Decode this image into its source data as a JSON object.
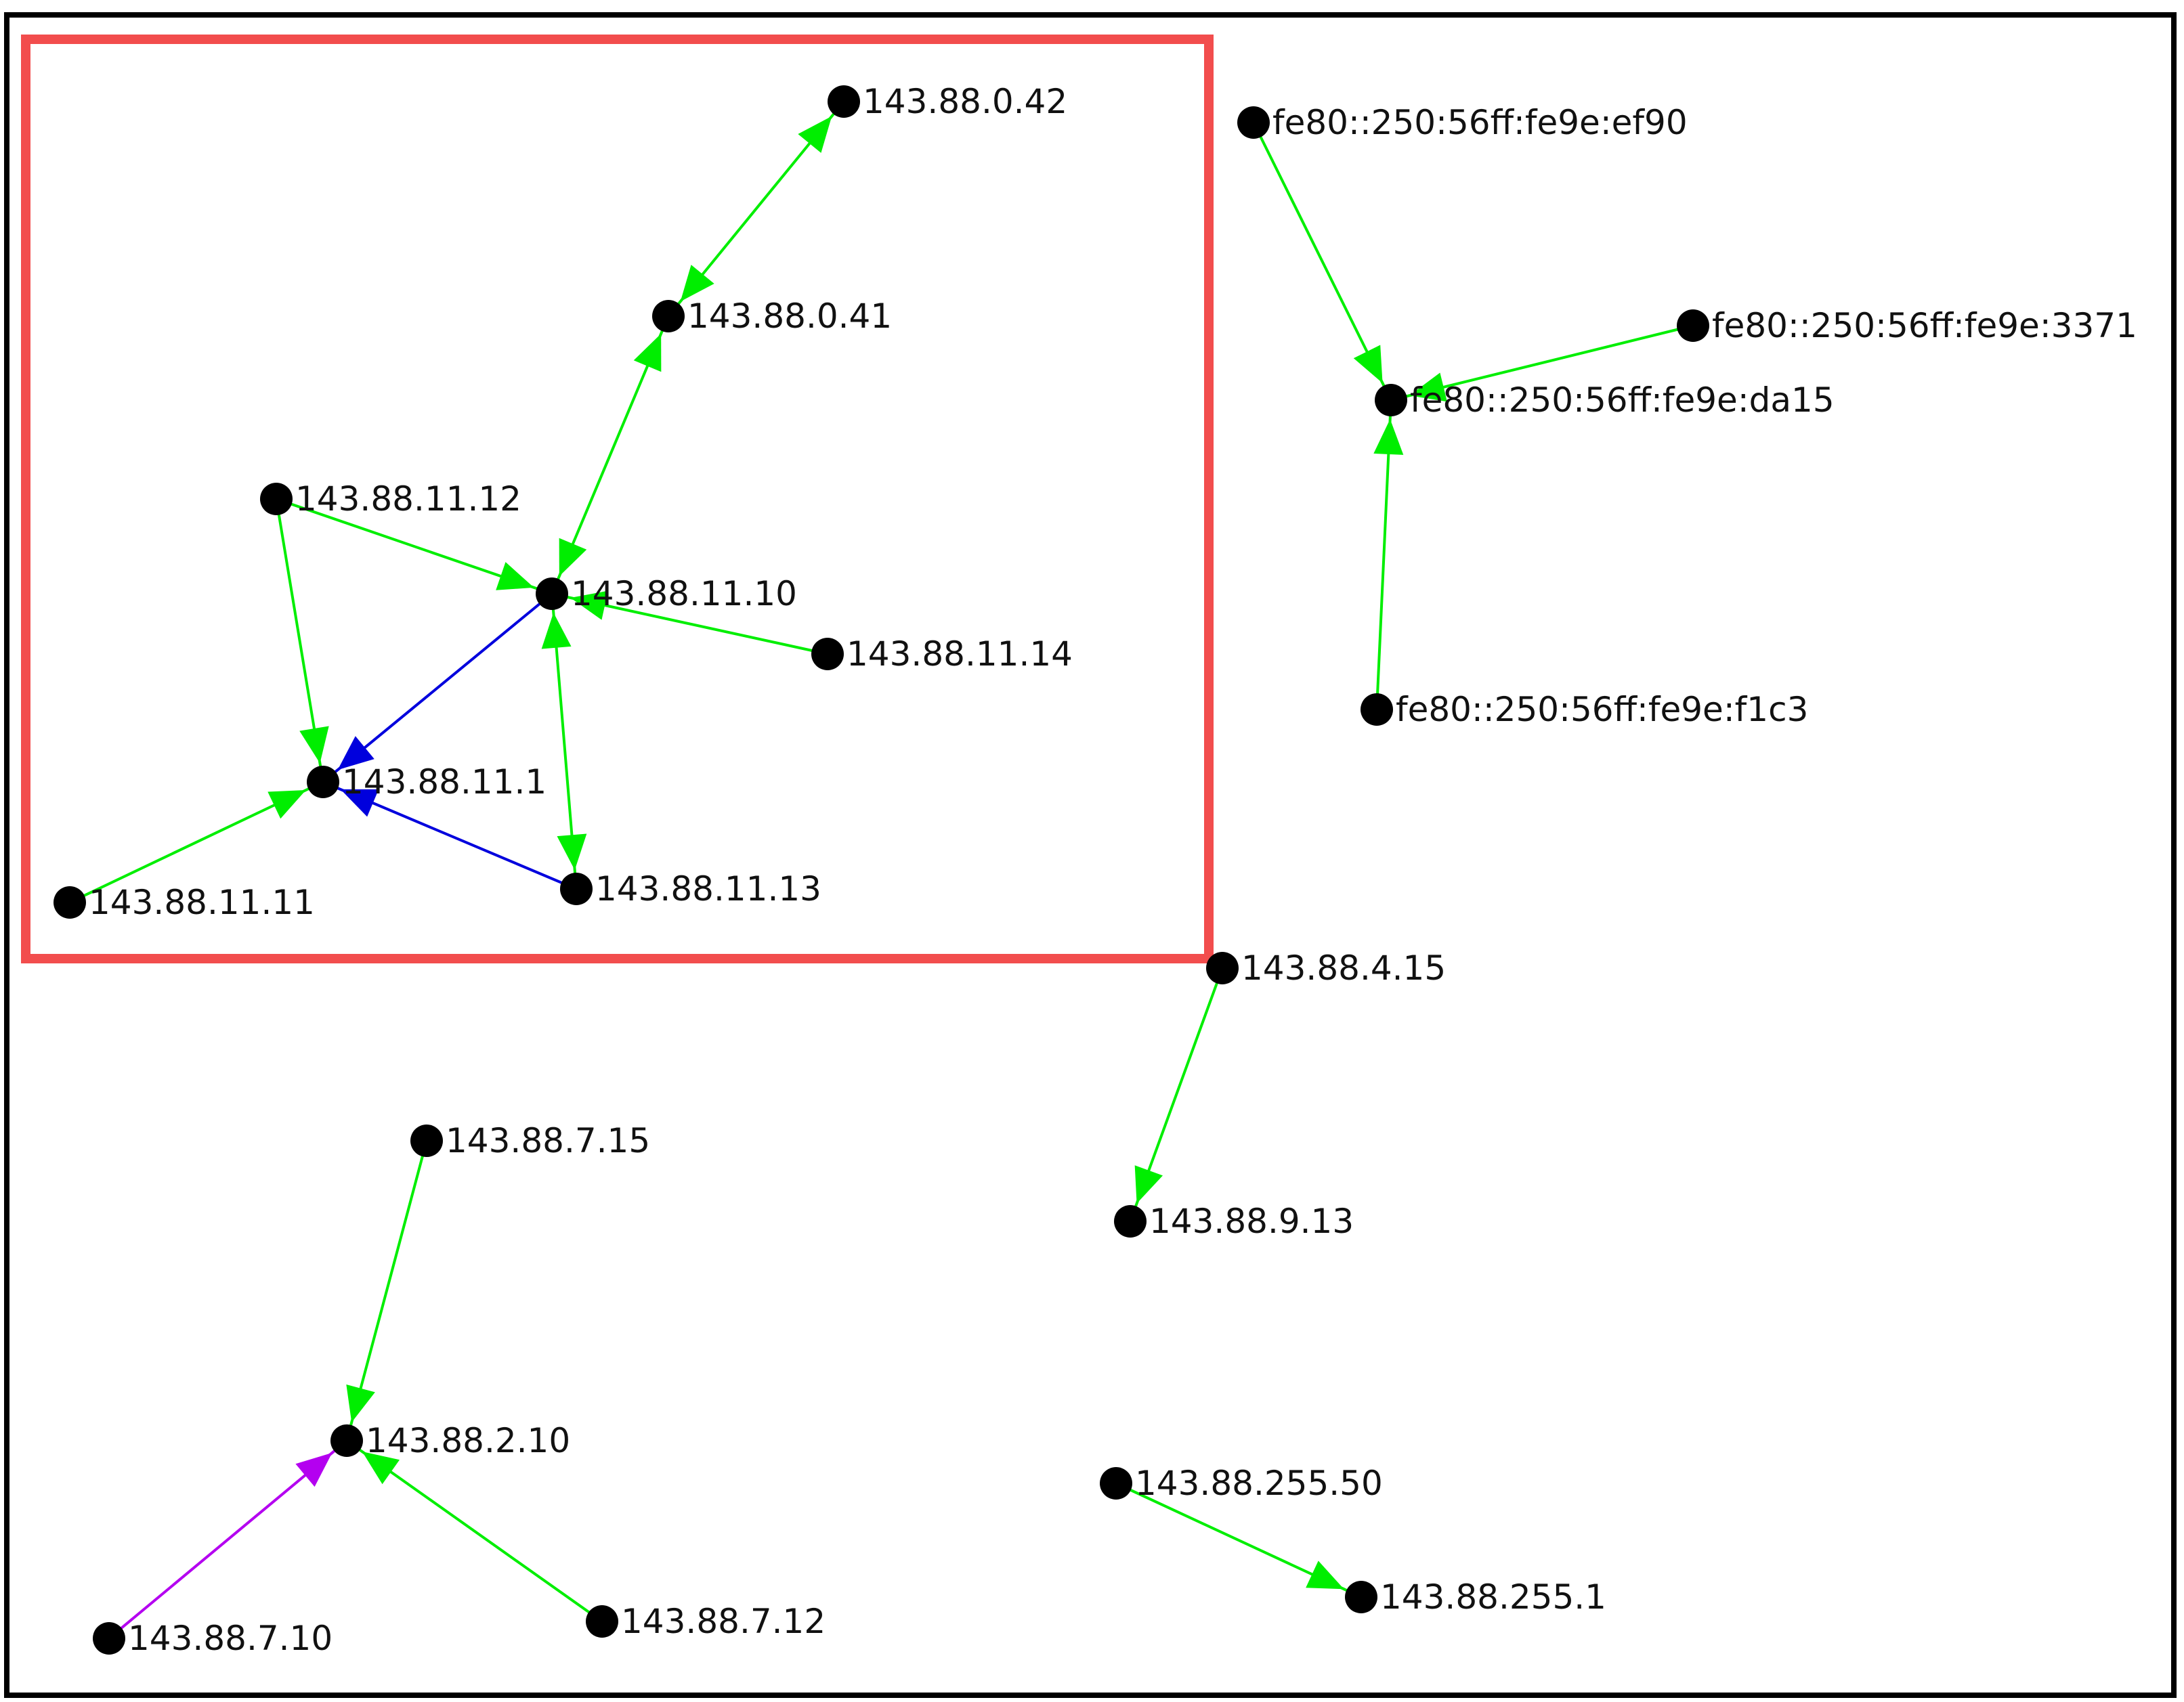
{
  "colors": {
    "background": "#ffffff",
    "frame": "#000000",
    "highlight": "#f24d4d",
    "node": "#000000",
    "label": "#111111",
    "edge_green": "#00ee00",
    "edge_blue": "#0000dd",
    "edge_purple": "#b400f0"
  },
  "nodes": [
    {
      "id": "n0042",
      "label": "143.88.0.42"
    },
    {
      "id": "n0041",
      "label": "143.88.0.41"
    },
    {
      "id": "n1112",
      "label": "143.88.11.12"
    },
    {
      "id": "n1110",
      "label": "143.88.11.10"
    },
    {
      "id": "n1114",
      "label": "143.88.11.14"
    },
    {
      "id": "n111",
      "label": "143.88.11.1"
    },
    {
      "id": "n1113",
      "label": "143.88.11.13"
    },
    {
      "id": "n1111",
      "label": "143.88.11.11"
    },
    {
      "id": "nef90",
      "label": "fe80::250:56ff:fe9e:ef90"
    },
    {
      "id": "n3371",
      "label": "fe80::250:56ff:fe9e:3371"
    },
    {
      "id": "nda15",
      "label": "fe80::250:56ff:fe9e:da15"
    },
    {
      "id": "nf1c3",
      "label": "fe80::250:56ff:fe9e:f1c3"
    },
    {
      "id": "n415",
      "label": "143.88.4.15"
    },
    {
      "id": "n913",
      "label": "143.88.9.13"
    },
    {
      "id": "n715",
      "label": "143.88.7.15"
    },
    {
      "id": "n210",
      "label": "143.88.2.10"
    },
    {
      "id": "n710",
      "label": "143.88.7.10"
    },
    {
      "id": "n712",
      "label": "143.88.7.12"
    },
    {
      "id": "n25550",
      "label": "143.88.255.50"
    },
    {
      "id": "n2551",
      "label": "143.88.255.1"
    }
  ],
  "edges": [
    {
      "from": "n0041",
      "to": "n0042",
      "color": "green",
      "bidirectional": true
    },
    {
      "from": "n1110",
      "to": "n0041",
      "color": "green",
      "bidirectional": true
    },
    {
      "from": "n1112",
      "to": "n1110",
      "color": "green",
      "bidirectional": false
    },
    {
      "from": "n1114",
      "to": "n1110",
      "color": "green",
      "bidirectional": false
    },
    {
      "from": "n1112",
      "to": "n111",
      "color": "green",
      "bidirectional": false
    },
    {
      "from": "n1110",
      "to": "n111",
      "color": "blue",
      "bidirectional": false
    },
    {
      "from": "n1113",
      "to": "n111",
      "color": "blue",
      "bidirectional": false
    },
    {
      "from": "n1110",
      "to": "n1113",
      "color": "green",
      "bidirectional": true
    },
    {
      "from": "n1111",
      "to": "n111",
      "color": "green",
      "bidirectional": false
    },
    {
      "from": "nef90",
      "to": "nda15",
      "color": "green",
      "bidirectional": false
    },
    {
      "from": "n3371",
      "to": "nda15",
      "color": "green",
      "bidirectional": false
    },
    {
      "from": "nf1c3",
      "to": "nda15",
      "color": "green",
      "bidirectional": false
    },
    {
      "from": "n415",
      "to": "n913",
      "color": "green",
      "bidirectional": false
    },
    {
      "from": "n715",
      "to": "n210",
      "color": "green",
      "bidirectional": false
    },
    {
      "from": "n712",
      "to": "n210",
      "color": "green",
      "bidirectional": false
    },
    {
      "from": "n710",
      "to": "n210",
      "color": "purple",
      "bidirectional": false
    },
    {
      "from": "n25550",
      "to": "n2551",
      "color": "green",
      "bidirectional": false
    }
  ]
}
